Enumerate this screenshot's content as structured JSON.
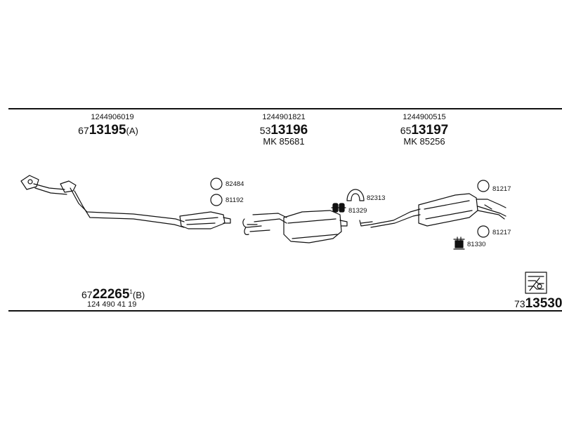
{
  "col1": {
    "oe": "1244906019",
    "prefix": "67",
    "num": "13195",
    "suffix": "(A)"
  },
  "col2": {
    "oe": "1244901821",
    "prefix": "53",
    "num": "13196",
    "mk": "MK  85681"
  },
  "col3": {
    "oe": "1244900515",
    "prefix": "65",
    "num": "13197",
    "mk": "MK  85256"
  },
  "parts": {
    "p82484": "82484",
    "p81192": "81192",
    "p82313": "82313",
    "p81329": "81329",
    "p81217a": "81217",
    "p81217b": "81217",
    "p81330": "81330"
  },
  "bottom_left": {
    "prefix": "67",
    "num": "22265",
    "sup": "1",
    "suffix": "(B)",
    "oe": "124 490 41 19"
  },
  "bottom_right": {
    "prefix": "73",
    "num": "13530"
  }
}
